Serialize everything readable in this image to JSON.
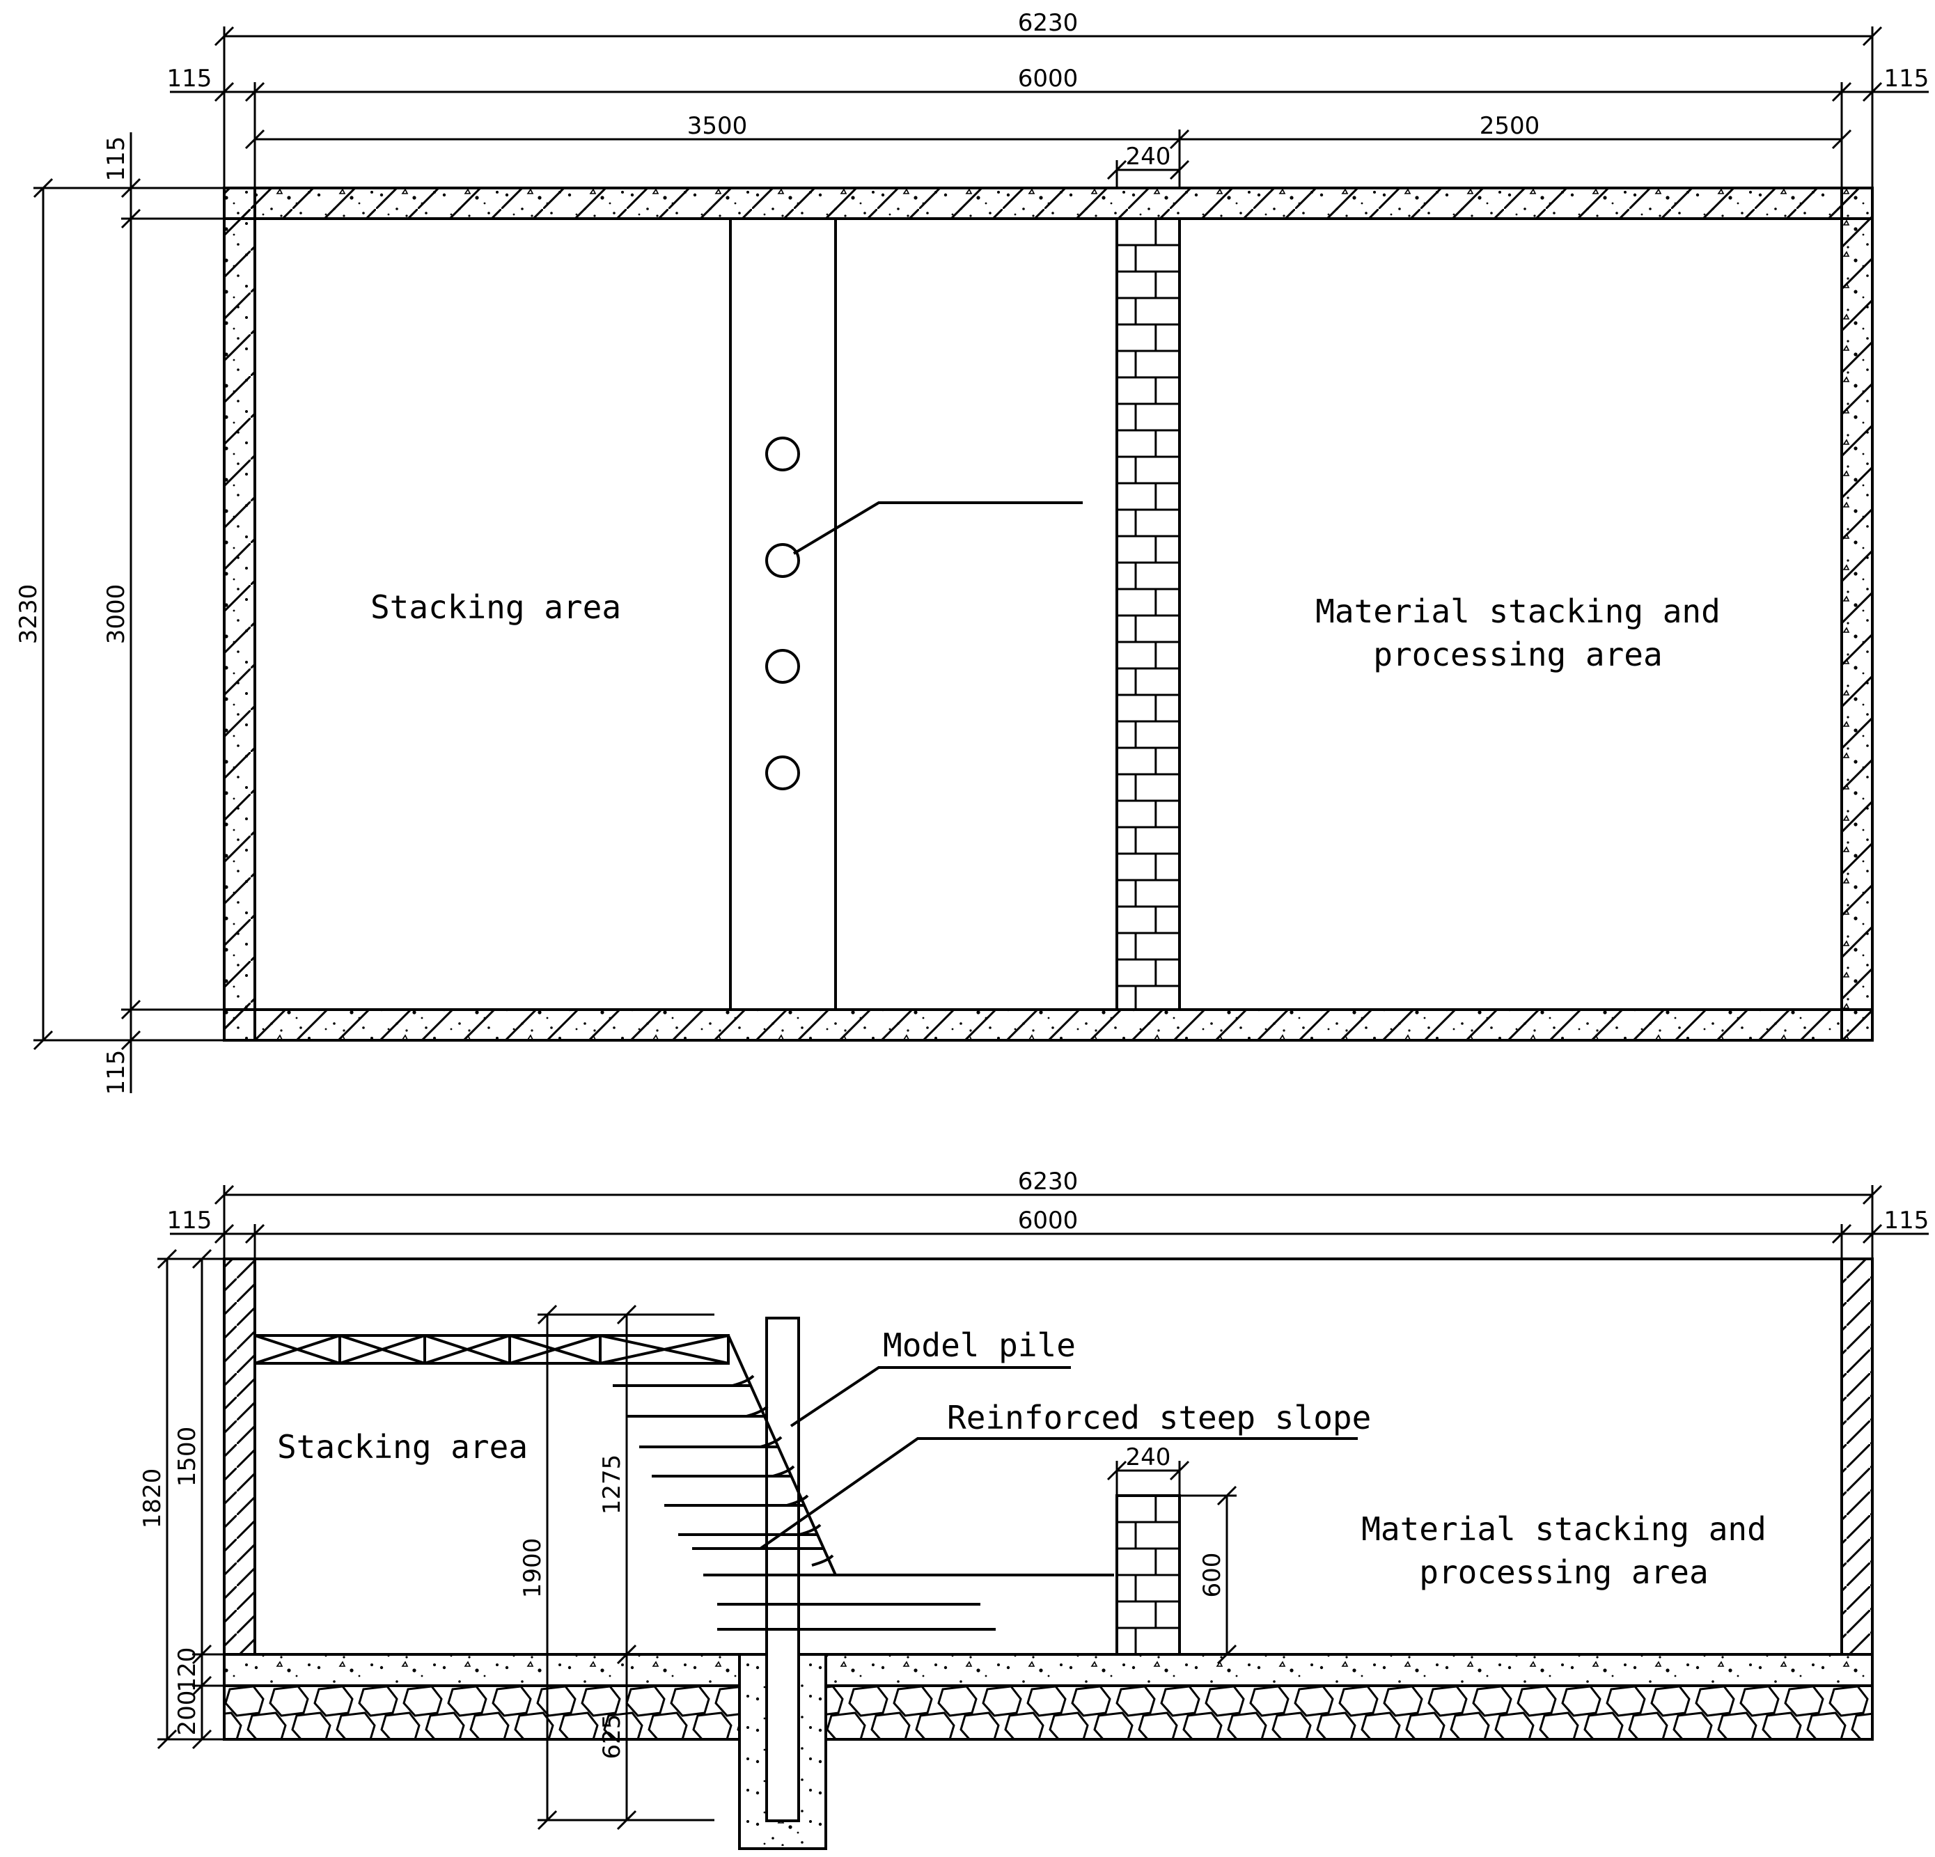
{
  "plan": {
    "dims": {
      "overall_length": "6230",
      "inner_length": "6000",
      "left_wall": "115",
      "right_wall": "115",
      "left_zone": "3500",
      "right_zone": "2500",
      "brick_wall": "240",
      "overall_width": "3230",
      "inner_width": "3000",
      "top_wall": "115",
      "bottom_wall": "115"
    },
    "labels": {
      "stacking": "Stacking area",
      "material_l1": "Material stacking and",
      "material_l2": "processing area"
    },
    "pile_markers": 4
  },
  "section": {
    "dims": {
      "overall_length": "6230",
      "inner_length": "6000",
      "left_wall": "115",
      "right_wall": "115",
      "overall_height": "1820",
      "inner_height": "1500",
      "slab": "120",
      "base": "200",
      "slope_height": "1900",
      "slope_upper": "1275",
      "embed": "625",
      "brick_wall": "240",
      "brick_height": "600"
    },
    "labels": {
      "model_pile": "Model pile",
      "reinforced_slope": "Reinforced steep slope",
      "stacking": "Stacking area",
      "material_l1": "Material stacking and",
      "material_l2": "processing area"
    }
  },
  "colors": {
    "line": "#000000",
    "background": "#ffffff"
  }
}
